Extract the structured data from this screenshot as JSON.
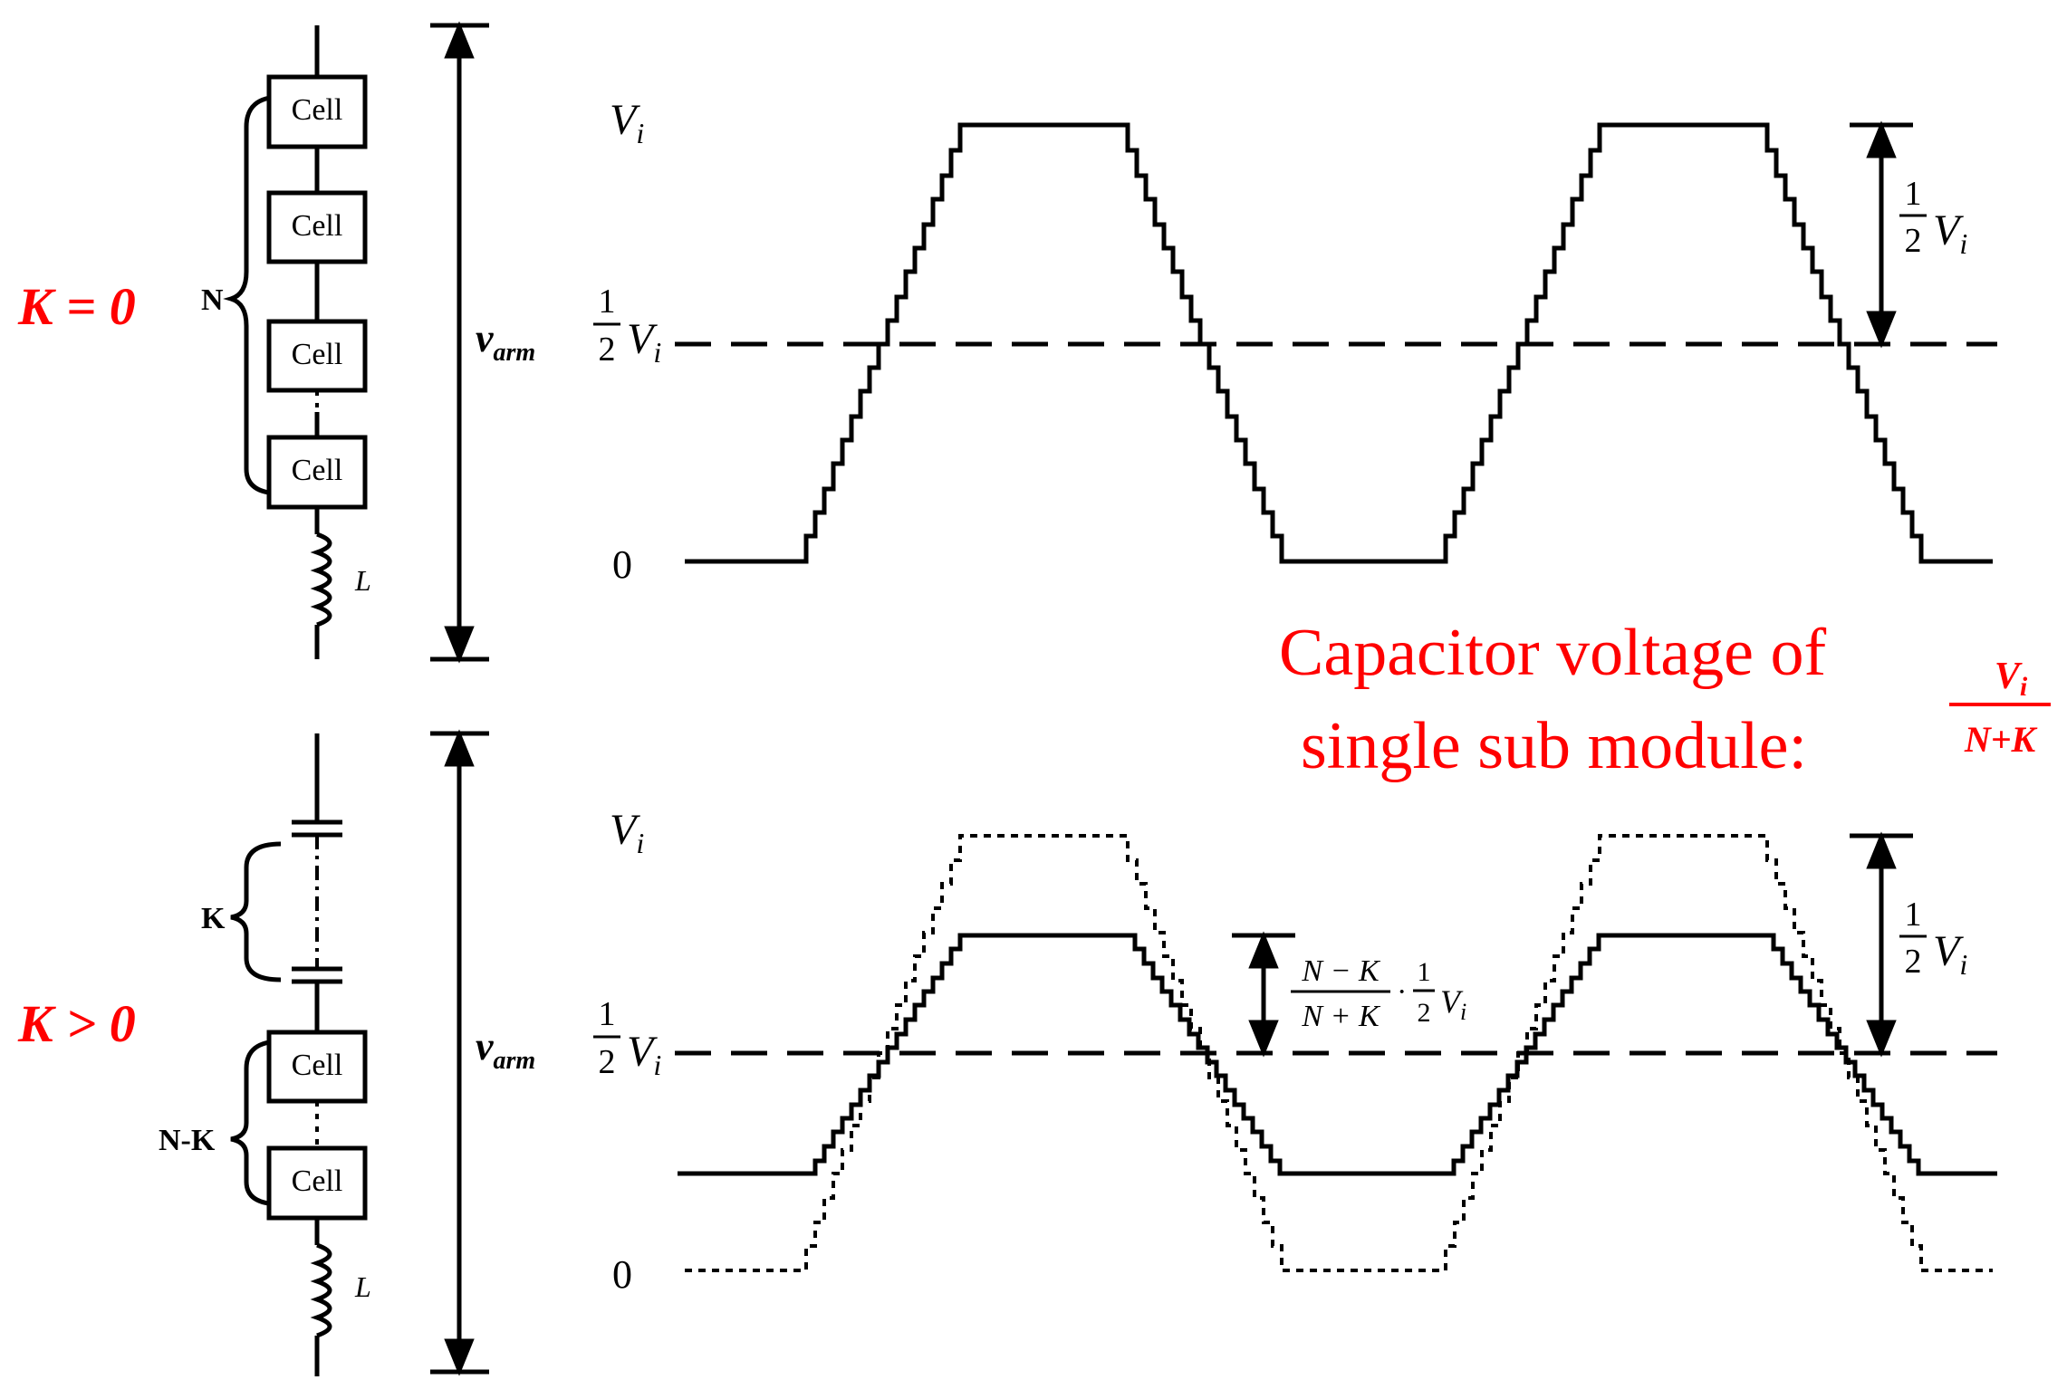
{
  "colors": {
    "ink": "#000000",
    "accent": "#ff0000",
    "background": "#ffffff"
  },
  "top_panel": {
    "k_label": "K = 0",
    "group_label": "N",
    "cells": [
      "Cell",
      "Cell",
      "Cell",
      "Cell"
    ],
    "inductor_label": "L",
    "arm_label_main": "v",
    "arm_label_sub": "arm",
    "y_ticks": {
      "top_sym": "V",
      "top_sub": "i",
      "half_num": "1",
      "half_den": "2",
      "half_sym": "V",
      "half_sub": "i",
      "zero": "0"
    },
    "annotation": {
      "num": "1",
      "den": "2",
      "sym": "V",
      "sub": "i"
    }
  },
  "bottom_panel": {
    "k_label": "K > 0",
    "group_label_k": "K",
    "group_label_nk": "N-K",
    "cells": [
      "Cell",
      "Cell"
    ],
    "inductor_label": "L",
    "arm_label_main": "v",
    "arm_label_sub": "arm",
    "y_ticks": {
      "top_sym": "V",
      "top_sub": "i",
      "half_num": "1",
      "half_den": "2",
      "half_sym": "V",
      "half_sub": "i",
      "zero": "0"
    },
    "annotation_right": {
      "num": "1",
      "den": "2",
      "sym": "V",
      "sub": "i"
    },
    "annotation_middle": {
      "frac_num": "N − K",
      "frac_den": "N + K",
      "dot": "·",
      "half_num": "1",
      "half_den": "2",
      "sym": "V",
      "sub": "i"
    }
  },
  "capacitor_note": {
    "line1": "Capacitor voltage of",
    "line2": "single sub module:",
    "frac_num_sym": "V",
    "frac_num_sub": "i",
    "frac_den": "N+K"
  }
}
